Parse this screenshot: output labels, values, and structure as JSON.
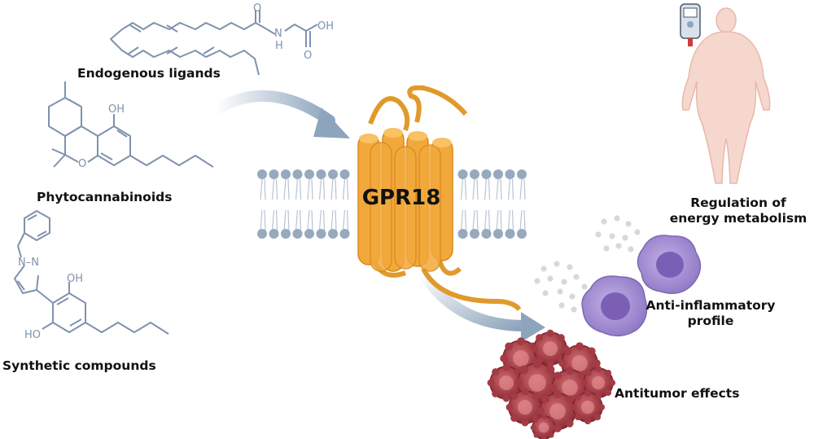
{
  "title": "GPR18",
  "ligands": {
    "endogenous": "Endogenous ligands",
    "phyto": "Phytocannabinoids",
    "synthetic": "Synthetic compounds"
  },
  "chem": {
    "oh": "OH",
    "ho": "HO",
    "nh": "H",
    "n": "N",
    "o": "O",
    "carbonyl_o": "O",
    "nn": "N–N"
  },
  "effects": {
    "energy_line1": "Regulation of",
    "energy_line2": "energy metabolism",
    "anti_line1": "Anti-inflammatory",
    "anti_line2": "profile",
    "tumor": "Antitumor effects"
  },
  "colors": {
    "molecule": "#7f92ad",
    "arrow": "#8da4bd",
    "receptor": "#f2a93b",
    "receptor_dark": "#d98a1e",
    "membrane_head": "#97a9bd",
    "body": "#f6d7cd",
    "macrophage": "#9b84cc",
    "tumor": "#b5404a"
  },
  "icons": [
    "glucometer-icon",
    "human-body-icon",
    "macrophage-cell-icon",
    "tumor-cell-icon"
  ]
}
